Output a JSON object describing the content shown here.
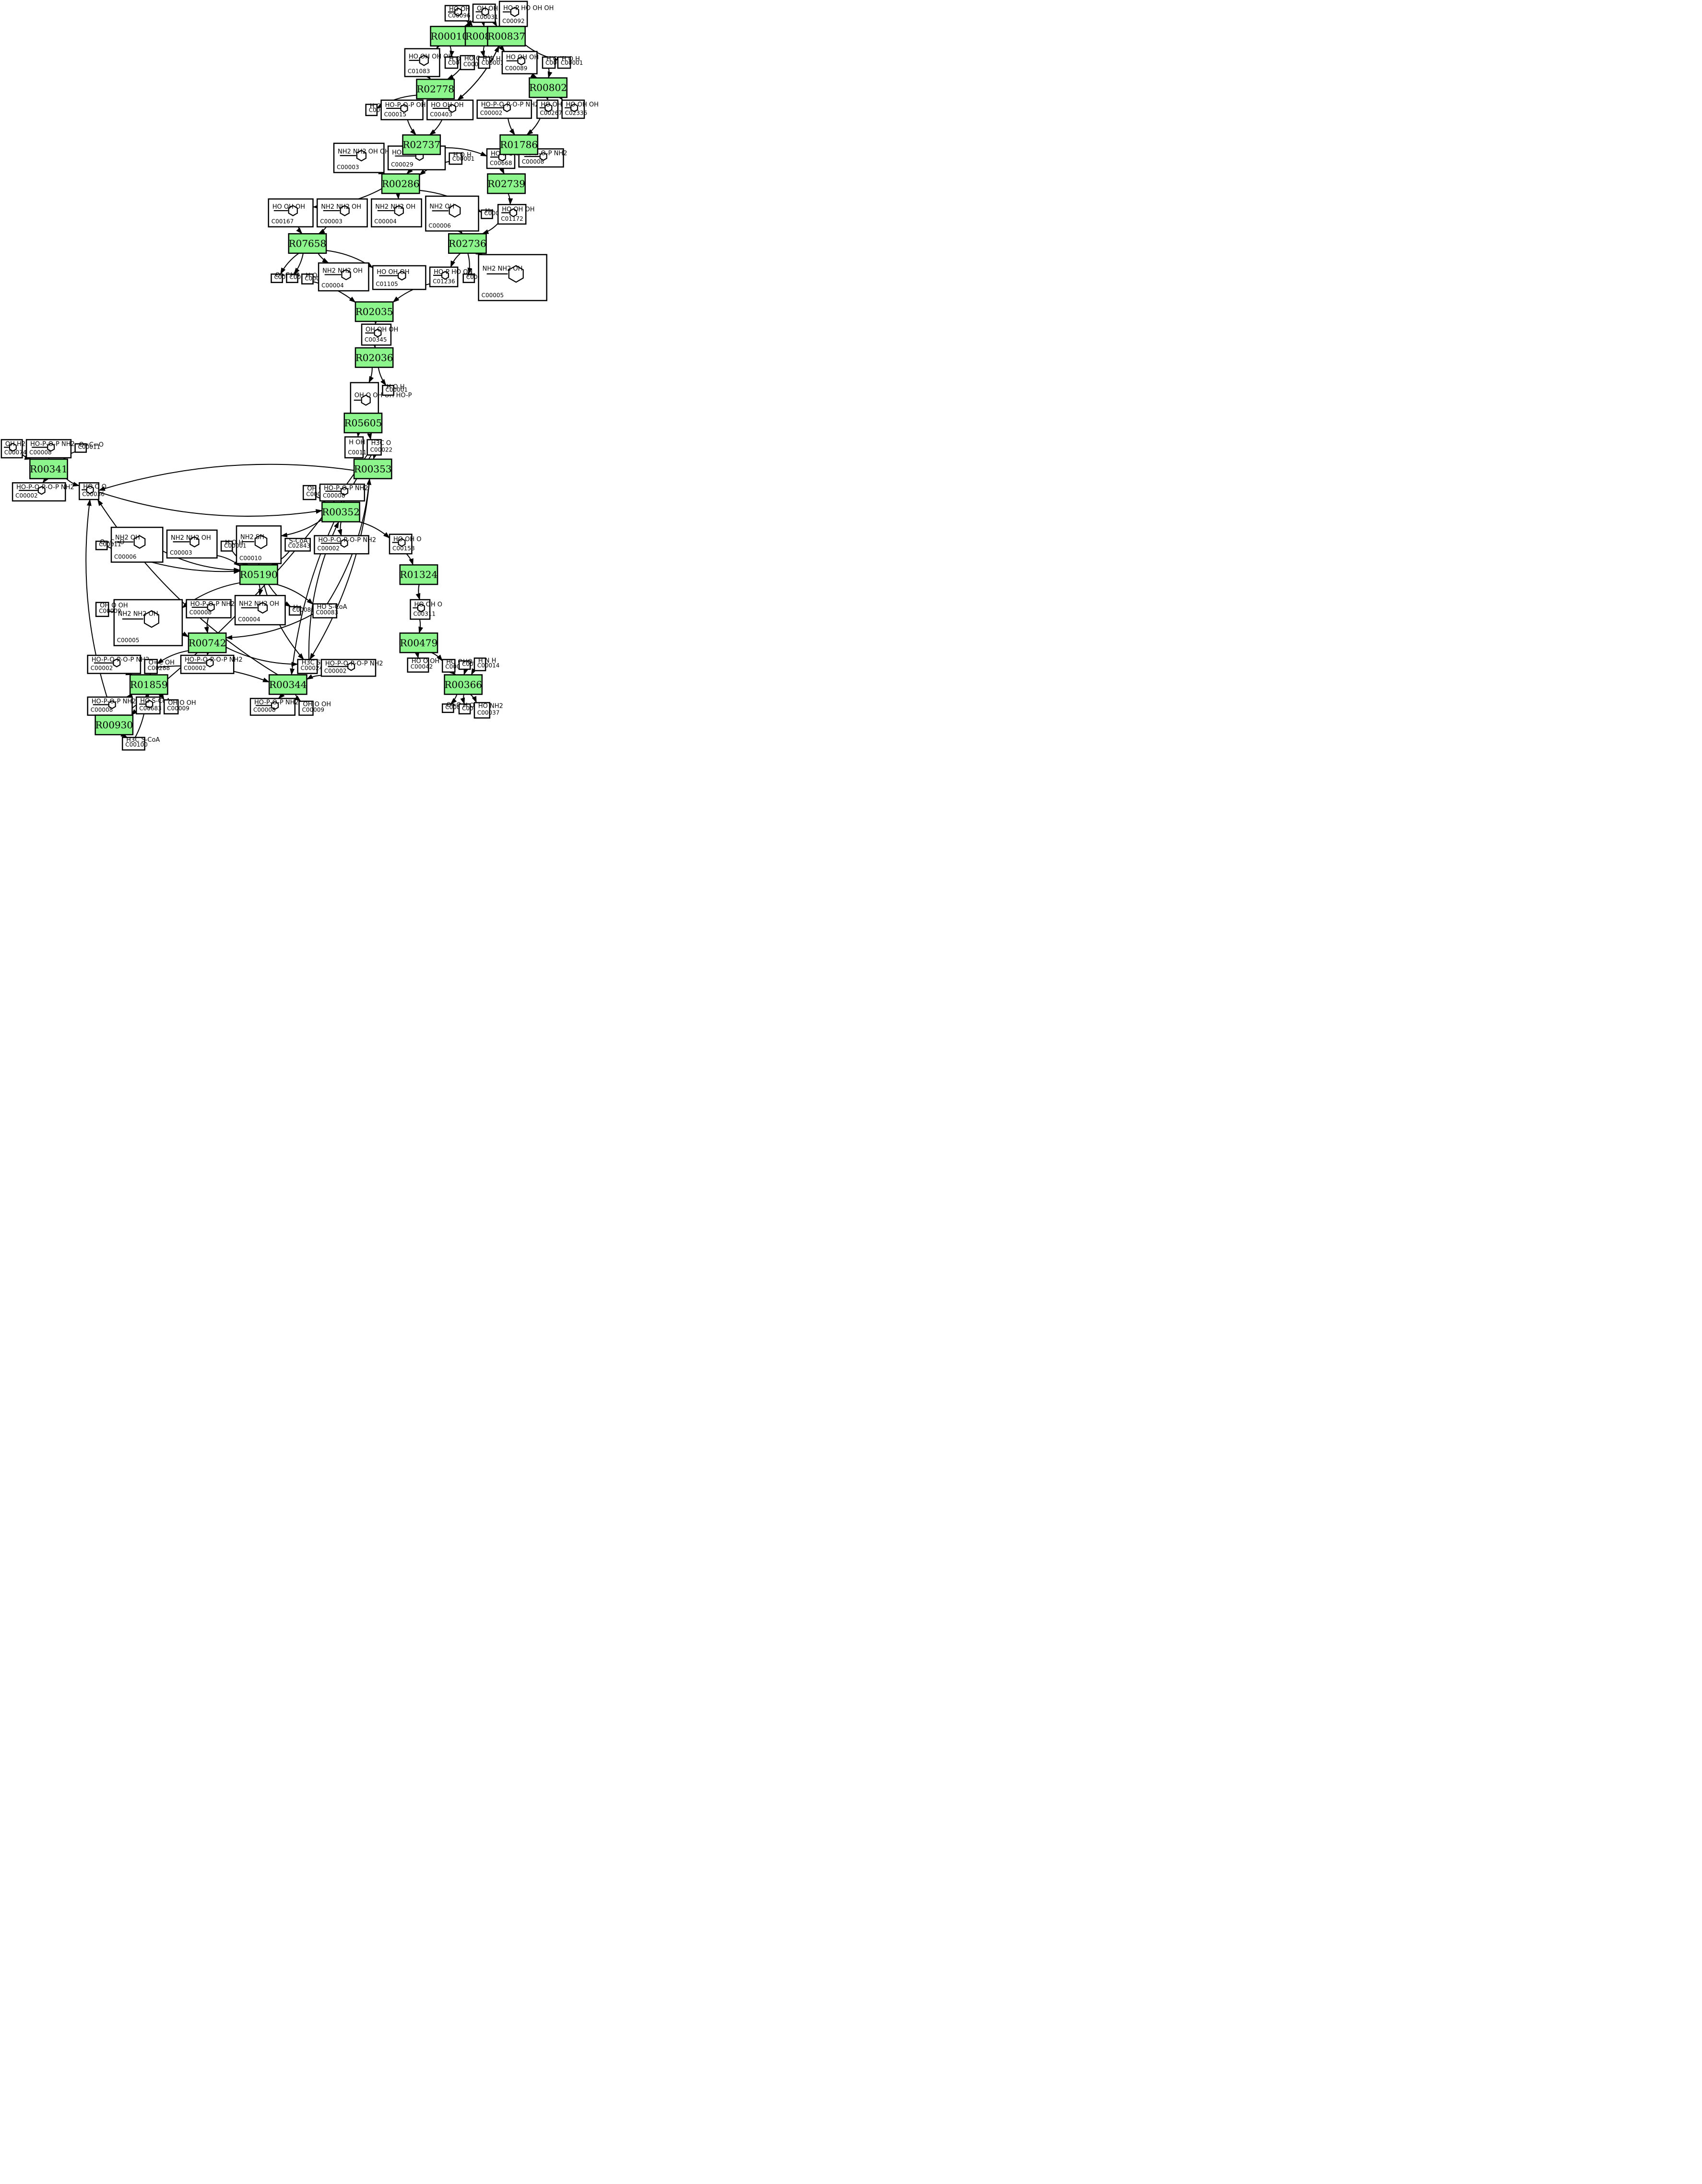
{
  "reactions": [
    {
      "id": "rxn-R00010",
      "label": "R00010"
    },
    {
      "id": "rxn-R00801",
      "label": "R00801"
    },
    {
      "id": "rxn-R00837",
      "label": "R00837"
    },
    {
      "id": "rxn-R02778",
      "label": "R02778"
    },
    {
      "id": "rxn-R00802",
      "label": "R00802"
    },
    {
      "id": "rxn-R02737",
      "label": "R02737"
    },
    {
      "id": "rxn-R01786",
      "label": "R01786"
    },
    {
      "id": "rxn-R00286",
      "label": "R00286"
    },
    {
      "id": "rxn-R02739",
      "label": "R02739"
    },
    {
      "id": "rxn-R07658",
      "label": "R07658"
    },
    {
      "id": "rxn-R02736",
      "label": "R02736"
    },
    {
      "id": "rxn-R02035",
      "label": "R02035"
    },
    {
      "id": "rxn-R02036",
      "label": "R02036"
    },
    {
      "id": "rxn-R05605",
      "label": "R05605"
    },
    {
      "id": "rxn-R00341",
      "label": "R00341"
    },
    {
      "id": "rxn-R00353",
      "label": "R00353"
    },
    {
      "id": "rxn-R00352",
      "label": "R00352"
    },
    {
      "id": "rxn-R05190",
      "label": "R05190"
    },
    {
      "id": "rxn-R01324",
      "label": "R01324"
    },
    {
      "id": "rxn-R00742",
      "label": "R00742"
    },
    {
      "id": "rxn-R00479",
      "label": "R00479"
    },
    {
      "id": "rxn-R01859",
      "label": "R01859"
    },
    {
      "id": "rxn-R00344",
      "label": "R00344"
    },
    {
      "id": "rxn-R00366",
      "label": "R00366"
    },
    {
      "id": "rxn-R00930",
      "label": "R00930"
    }
  ],
  "compounds": [
    {
      "id": "c-0096-a",
      "label": "C00096",
      "text": "HO OH OH"
    },
    {
      "id": "c-0031-a",
      "label": "C00031",
      "text": "OH OH HO OH"
    },
    {
      "id": "c-0092-a",
      "label": "C00092",
      "text": "HO-P HO OH OH"
    },
    {
      "id": "c-1083",
      "label": "C01083",
      "text": "HO OH OH OH"
    },
    {
      "id": "c-0001-a",
      "label": "C00001",
      "text": "H O H"
    },
    {
      "id": "c-0015",
      "label": "C00015",
      "text": "HO O OH"
    },
    {
      "id": "c-0001-b",
      "label": "C00001",
      "text": "H O H"
    },
    {
      "id": "c-0089",
      "label": "C00089",
      "text": "HO OH OH"
    },
    {
      "id": "c-0001-c",
      "label": "C00001",
      "text": "H O H"
    },
    {
      "id": "c-0001-d",
      "label": "C00001",
      "text": "H O H"
    },
    {
      "id": "c-0001-e",
      "label": "C00001",
      "text": "H O H"
    },
    {
      "id": "c-0015-b",
      "label": "C00015",
      "text": "HO-P-O-P OH OH"
    },
    {
      "id": "c-0403",
      "label": "C00403",
      "text": "HO OH OH"
    },
    {
      "id": "c-0002-a",
      "label": "C00002",
      "text": "HO-P-O-P-O-P NH2"
    },
    {
      "id": "c-0267",
      "label": "C00267",
      "text": "HO OH OH"
    },
    {
      "id": "c-2336",
      "label": "C02336",
      "text": "HO OH OH"
    },
    {
      "id": "c-0003-a",
      "label": "C00003",
      "text": "NH2 NH2 OH OH"
    },
    {
      "id": "c-0029",
      "label": "C00029",
      "text": "HO OH OH O"
    },
    {
      "id": "c-0001-f",
      "label": "C00001",
      "text": "H O H"
    },
    {
      "id": "c-0668",
      "label": "C00668",
      "text": "HO-P OH OH"
    },
    {
      "id": "c-0008",
      "label": "C00008",
      "text": "HO-P-O-P NH2"
    },
    {
      "id": "c-0167",
      "label": "C00167",
      "text": "HO OH OH"
    },
    {
      "id": "c-0003-b",
      "label": "C00003",
      "text": "NH2 NH2 OH"
    },
    {
      "id": "c-0004-a",
      "label": "C00004",
      "text": "NH2 NH2 OH"
    },
    {
      "id": "c-0006-a",
      "label": "C00006",
      "text": "NH2 OH"
    },
    {
      "id": "c-0080-a",
      "label": "C00080",
      "text": "H+"
    },
    {
      "id": "c-1172",
      "label": "C01172",
      "text": "HO OH OH"
    },
    {
      "id": "c-0011-a",
      "label": "C00011",
      "text": "O=C=O"
    },
    {
      "id": "c-0080-b",
      "label": "C00080",
      "text": "H+"
    },
    {
      "id": "c-0001-g",
      "label": "C00001",
      "text": "H O H"
    },
    {
      "id": "c-0004-b",
      "label": "C00004",
      "text": "NH2 NH2 OH"
    },
    {
      "id": "c-1105",
      "label": "C01105",
      "text": "HO OH OH"
    },
    {
      "id": "c-1236",
      "label": "C01236",
      "text": "HO-P HO OH"
    },
    {
      "id": "c-0080-c",
      "label": "C00080",
      "text": "H+"
    },
    {
      "id": "c-0005-a",
      "label": "C00005",
      "text": "NH2 NH2 OH"
    },
    {
      "id": "c-0345",
      "label": "C00345",
      "text": "OH OH OH"
    },
    {
      "id": "c-4442",
      "label": "C04442",
      "text": "OH O OH OH HO-P"
    },
    {
      "id": "c-0001-h",
      "label": "C00001",
      "text": "H O H"
    },
    {
      "id": "c-0118",
      "label": "C00118",
      "text": "H OH OH"
    },
    {
      "id": "c-0022",
      "label": "C00022",
      "text": "H3C O"
    },
    {
      "id": "c-0074",
      "label": "C00074",
      "text": "OH H2C OH"
    },
    {
      "id": "c-0008-b",
      "label": "C00008",
      "text": "HO-P-O-P NH2"
    },
    {
      "id": "c-0011-b",
      "label": "C00011",
      "text": "O=C=O"
    },
    {
      "id": "c-0002-b",
      "label": "C00002",
      "text": "HO-P-O-P-O-P NH2"
    },
    {
      "id": "c-0036",
      "label": "C00036",
      "text": "HO O O"
    },
    {
      "id": "c-0009-a",
      "label": "C00009",
      "text": "OH O OH"
    },
    {
      "id": "c-0008-c",
      "label": "C00008",
      "text": "HO-P-O-P NH2"
    },
    {
      "id": "c-0006-b",
      "label": "C00006",
      "text": "NH2 OH"
    },
    {
      "id": "c-0003-c",
      "label": "C00003",
      "text": "NH2 NH2 OH"
    },
    {
      "id": "c-0011-c",
      "label": "C00011",
      "text": "O=C=O"
    },
    {
      "id": "c-0010",
      "label": "C00010",
      "text": "NH2 SH"
    },
    {
      "id": "c-0001-i",
      "label": "C00001",
      "text": "H O H"
    },
    {
      "id": "c-2843",
      "label": "C02843",
      "text": "S-CoA"
    },
    {
      "id": "c-0002-c",
      "label": "C00002",
      "text": "HO-P-O-P-O-P NH2"
    },
    {
      "id": "c-0158",
      "label": "C00158",
      "text": "HO OH O"
    },
    {
      "id": "c-0005-b",
      "label": "C00005",
      "text": "NH2 NH2 OH"
    },
    {
      "id": "c-0009-b",
      "label": "C00009",
      "text": "OH O OH"
    },
    {
      "id": "c-0008-d",
      "label": "C00008",
      "text": "HO-P-O-P NH2"
    },
    {
      "id": "c-0004-c",
      "label": "C00004",
      "text": "NH2 NH2 OH"
    },
    {
      "id": "c-0080-d",
      "label": "C00080",
      "text": "H+"
    },
    {
      "id": "c-0083",
      "label": "C00083",
      "text": "HO S-CoA"
    },
    {
      "id": "c-0311",
      "label": "C00311",
      "text": "HO OH O"
    },
    {
      "id": "c-0002-d",
      "label": "C00002",
      "text": "HO-P-O-P-O-P NH2"
    },
    {
      "id": "c-0288",
      "label": "C00288",
      "text": "O=C OH"
    },
    {
      "id": "c-0002-e",
      "label": "C00002",
      "text": "HO-P-O-P-O-P NH2"
    },
    {
      "id": "c-0024",
      "label": "C00024",
      "text": "H3C S-CoA"
    },
    {
      "id": "c-0002-f",
      "label": "C00002",
      "text": "HO-P-O-P-O-P NH2"
    },
    {
      "id": "c-0042",
      "label": "C00042",
      "text": "HO O OH"
    },
    {
      "id": "c-0048",
      "label": "C00048",
      "text": "HO O"
    },
    {
      "id": "c-0027",
      "label": "C00027",
      "text": "HO-OH"
    },
    {
      "id": "c-0014",
      "label": "C00014",
      "text": "H N H"
    },
    {
      "id": "c-0008-e",
      "label": "C00008",
      "text": "HO-P-O-P NH2"
    },
    {
      "id": "c-0683",
      "label": "C00683",
      "text": "HO S-CoA"
    },
    {
      "id": "c-0009-c",
      "label": "C00009",
      "text": "OH O OH"
    },
    {
      "id": "c-0008-f",
      "label": "C00008",
      "text": "HO-P-O-P NH2"
    },
    {
      "id": "c-0009-d",
      "label": "C00009",
      "text": "OH O OH"
    },
    {
      "id": "c-0007",
      "label": "C00007",
      "text": "O=O"
    },
    {
      "id": "c-0001-j",
      "label": "C00001",
      "text": "H O H"
    },
    {
      "id": "c-0037",
      "label": "C00037",
      "text": "HO NH2"
    },
    {
      "id": "c-0100",
      "label": "C00100",
      "text": "H3C S-CoA"
    }
  ]
}
